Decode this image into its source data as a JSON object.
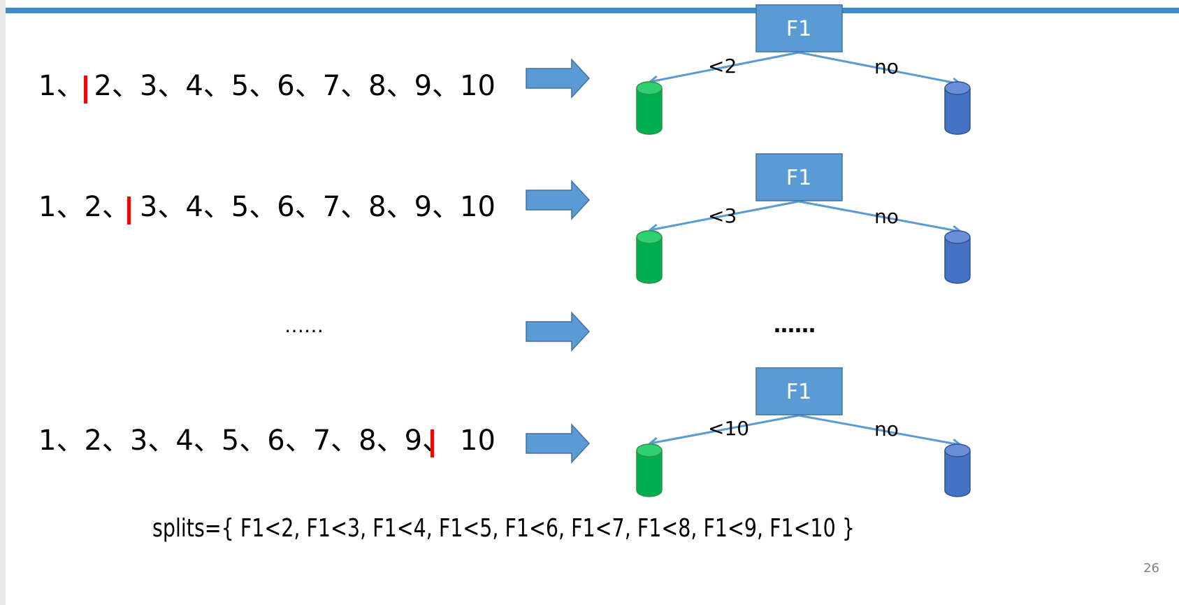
{
  "rows": [
    {
      "before": "1、",
      "after": "2、3、4、5、6、7、8、9、10",
      "node": "F1",
      "left_label": "<2",
      "right_label": "no"
    },
    {
      "before": "1、2、",
      "after": "3、4、5、6、7、8、9、10",
      "node": "F1",
      "left_label": "<3",
      "right_label": "no"
    },
    {
      "before": "1、2、3、4、5、6、7、8、9、",
      "after": "10",
      "node": "F1",
      "left_label": "<10",
      "right_label": "no"
    }
  ],
  "ellipsis_left": "……",
  "ellipsis_right": "……",
  "splits": "splits={ F1<2, F1<3, F1<4, F1<5, F1<6, F1<7, F1<8, F1<9, F1<10 }",
  "page_number": "26",
  "colors": {
    "topbar": "#3e8ccb",
    "arrow": "#5b9bd5",
    "node_box": "#5b9bd5",
    "split_marker": "#ff0000",
    "leaf_left": "#00b050",
    "leaf_right": "#4472c4",
    "edge": "#5b9bd5"
  }
}
